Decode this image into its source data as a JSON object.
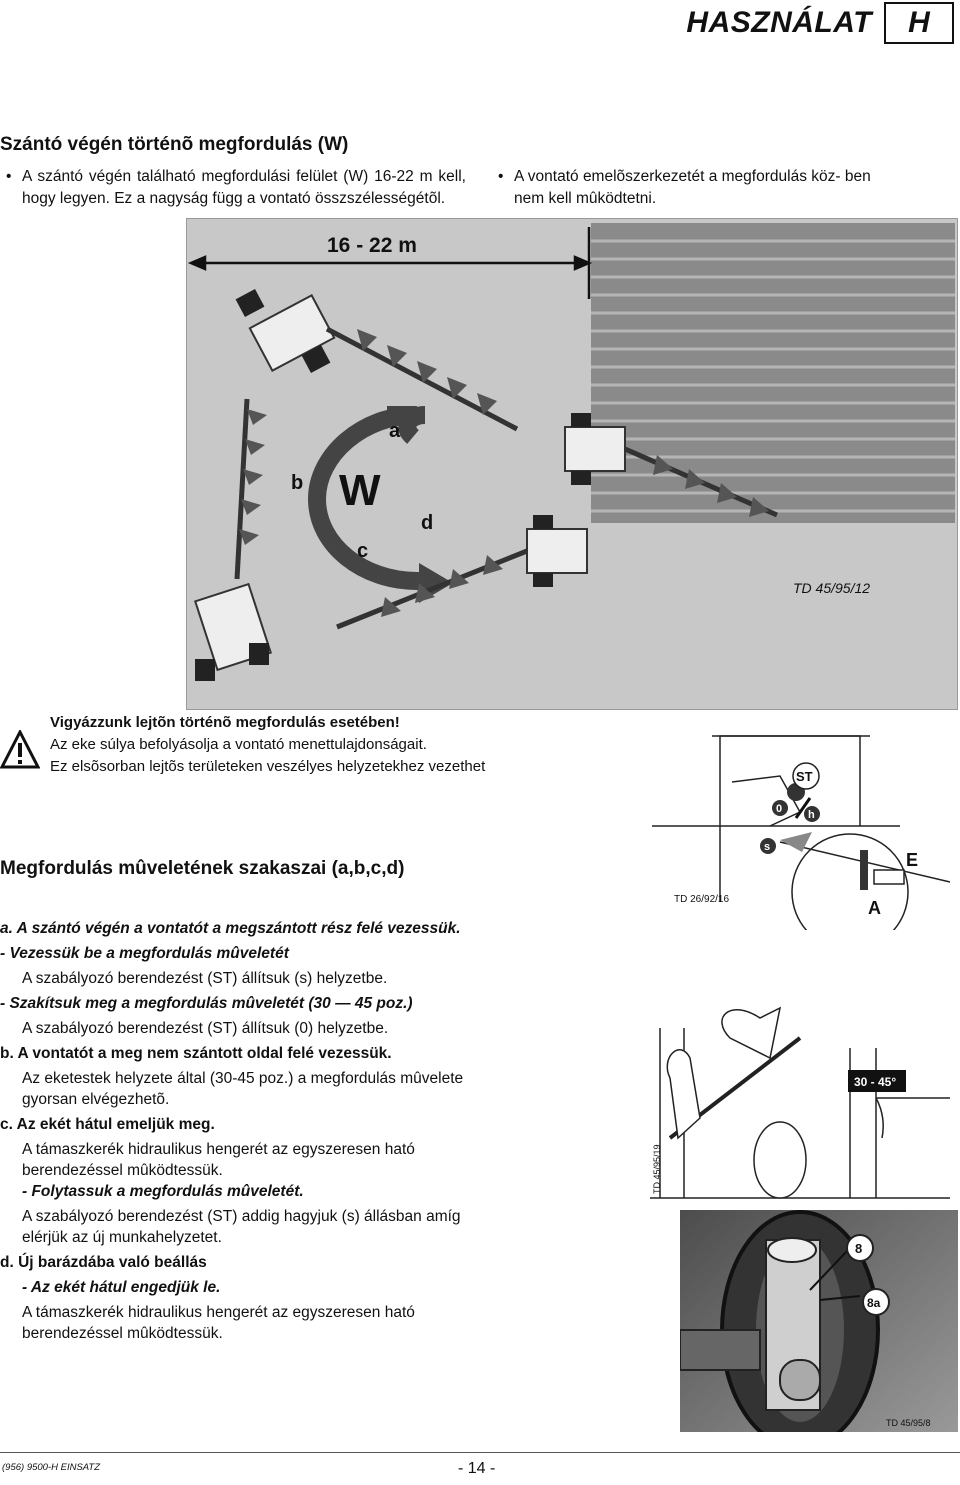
{
  "header": {
    "title": "HASZNÁLAT",
    "section_letter": "H"
  },
  "section": {
    "title": "Szántó végén történõ megfordulás (W)",
    "bullets": [
      "A szántó végén található megfordulási felület (W) 16-22 m kell, hogy legyen. Ez a nagyság függ a vontató összszélességétõl.",
      "A vontató emelõszerkezetét a megfordulás köz- ben nem kell mûködtetni."
    ]
  },
  "field_diagram": {
    "dimension": "16 - 22 m",
    "center_label": "W",
    "labels": {
      "a": "a",
      "b": "b",
      "c": "c",
      "d": "d"
    },
    "ref": "TD 45/95/12"
  },
  "warning": {
    "lines": [
      "Vigyázzunk lejtõn történõ megfordulás esetében!",
      "Az eke súlya befolyásolja a vontató menettulajdonságait.",
      "Ez elsõsorban lejtõs területeken veszélyes helyzetekhez vezethet"
    ]
  },
  "steps": {
    "title": "Megfordulás mûveletének szakaszai (a,b,c,d)",
    "a_title": "a. A szántó végén a vontatót a megszántott rész felé vezessük.",
    "a_sub1": "- Vezessük be a megfordulás mûveletét",
    "a_sub1_text": "A szabályozó berendezést (ST) állítsuk (s) helyzetbe.",
    "a_sub2": "- Szakítsuk meg a megfordulás mûveletét (30 — 45 poz.)",
    "a_sub2_text": "A szabályozó berendezést (ST) állítsuk (0) helyzetbe.",
    "b_title": "b. A vontatót a meg nem szántott oldal felé vezessük.",
    "b_text": "Az eketestek helyzete által (30-45 poz.) a megfordulás mûvelete gyorsan elvégezhetõ.",
    "c_title": "c. Az ekét hátul emeljük meg.",
    "c_text": "A támaszkerék hidraulikus hengerét az egyszeresen ható berendezéssel mûködtessük.",
    "c_sub": "- Folytassuk a megfordulás mûveletét.",
    "c_sub_text": "A szabályozó berendezést (ST) addig hagyjuk (s) állásban amíg elérjük az új munkahelyzetet.",
    "d_title": "d. Új barázdába való beállás",
    "d_sub": "- Az ekét hátul engedjük le.",
    "d_text": "A támaszkerék hidraulikus hengerét az egyszeresen ható berendezéssel mûködtessük."
  },
  "tractor_figure": {
    "labels": {
      "st": "ST",
      "zero": "0",
      "h": "h",
      "s": "s",
      "e": "E",
      "a": "A"
    },
    "ref": "TD 26/92/16"
  },
  "plough_figure": {
    "angle": "30 - 45°",
    "ref": "TD 45/95/19"
  },
  "wheel_figure": {
    "label_8": "8",
    "label_8a": "8a",
    "ref": "TD 45/95/8"
  },
  "footer": {
    "left": "(956) 9500-H EINSATZ",
    "page": "- 14 -"
  }
}
